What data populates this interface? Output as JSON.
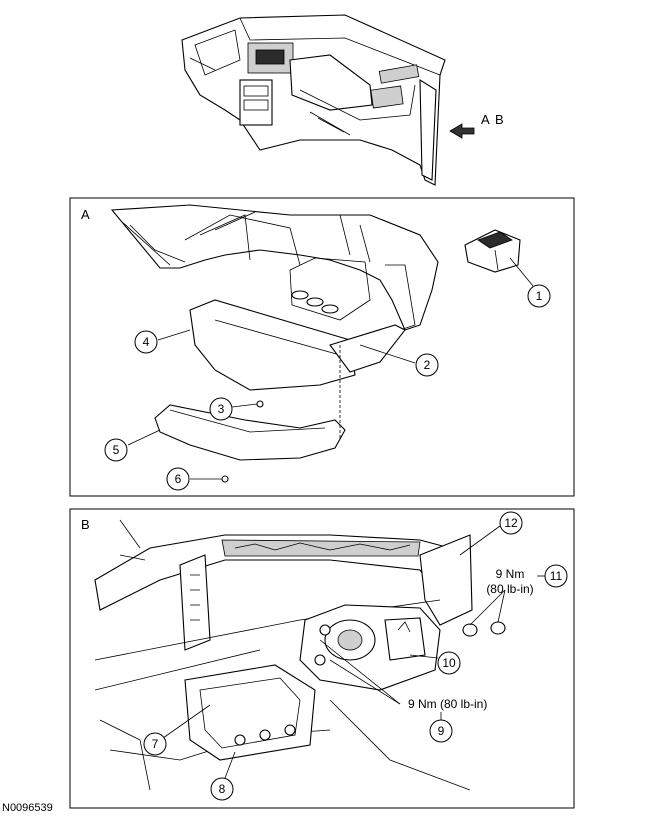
{
  "overview": {
    "view_labels": [
      "A",
      "B"
    ]
  },
  "panel_a": {
    "label": "A",
    "callouts": [
      "1",
      "2",
      "3",
      "4",
      "5",
      "6"
    ]
  },
  "panel_b": {
    "label": "B",
    "callouts": [
      "7",
      "8",
      "9",
      "10",
      "11",
      "12"
    ],
    "torque_9": "9 Nm (80 lb-in)",
    "torque_11_line1": "9 Nm",
    "torque_11_line2": "(80 lb-in)"
  },
  "figure_id": "N0096539"
}
